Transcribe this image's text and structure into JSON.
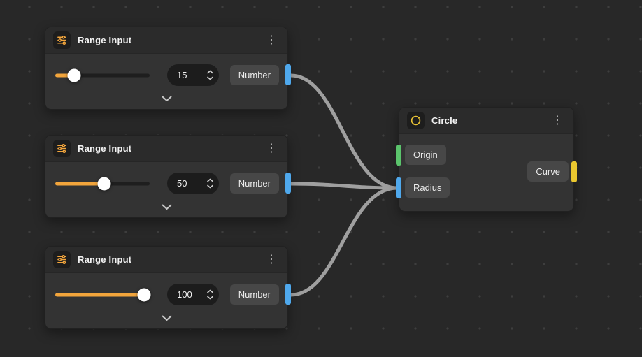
{
  "icons": {
    "kebab": "⋮"
  },
  "range_nodes": [
    {
      "title": "Range Input",
      "value": "15",
      "output_label": "Number",
      "slider_pct": 20
    },
    {
      "title": "Range Input",
      "value": "50",
      "output_label": "Number",
      "slider_pct": 52
    },
    {
      "title": "Range Input",
      "value": "100",
      "output_label": "Number",
      "slider_pct": 94
    }
  ],
  "circle_node": {
    "title": "Circle",
    "inputs": [
      {
        "label": "Origin"
      },
      {
        "label": "Radius"
      }
    ],
    "outputs": [
      {
        "label": "Curve"
      }
    ]
  },
  "colors": {
    "canvas_bg": "#282828",
    "dot": "#3E3E3E",
    "node_bg": "#333333",
    "header_bg": "#2B2B2B",
    "badge_bg": "#1D1D1D",
    "chip_bg": "#474747",
    "control_bg": "#1C1C1C",
    "accent": "#F2A53C",
    "circle_accent": "#E9C335",
    "connector_blue": "#4FA8EC",
    "connector_green": "#5BC46C",
    "connector_yellow": "#EAC72F",
    "wire": "#9F9F9F",
    "text": "#EDEDED"
  }
}
